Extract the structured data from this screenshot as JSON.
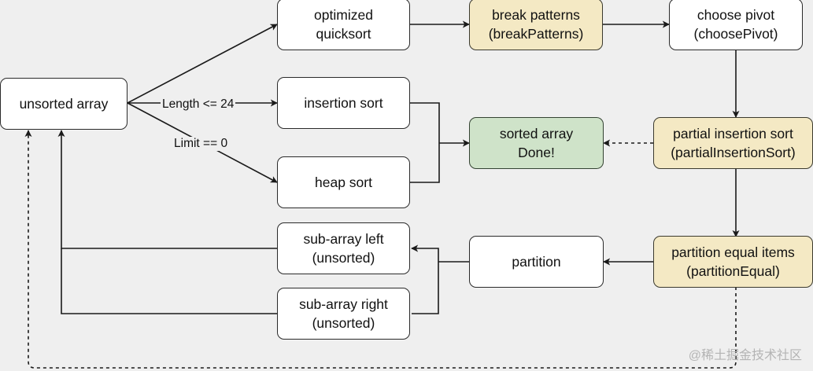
{
  "nodes": {
    "unsorted_array": {
      "lines": [
        "unsorted array"
      ]
    },
    "optimized_quicksort": {
      "lines": [
        "optimized",
        "quicksort"
      ]
    },
    "break_patterns": {
      "lines": [
        "break patterns",
        "(breakPatterns)"
      ]
    },
    "choose_pivot": {
      "lines": [
        "choose pivot",
        "(choosePivot)"
      ]
    },
    "insertion_sort": {
      "lines": [
        "insertion sort"
      ]
    },
    "heap_sort": {
      "lines": [
        "heap sort"
      ]
    },
    "sorted_array": {
      "lines": [
        "sorted array",
        "Done!"
      ]
    },
    "partial_insertion_sort": {
      "lines": [
        "partial insertion sort",
        "(partialInsertionSort)"
      ]
    },
    "sub_array_left": {
      "lines": [
        "sub-array left",
        "(unsorted)"
      ]
    },
    "sub_array_right": {
      "lines": [
        "sub-array right",
        "(unsorted)"
      ]
    },
    "partition": {
      "lines": [
        "partition"
      ]
    },
    "partition_equal": {
      "lines": [
        "partition equal items",
        "(partitionEqual)"
      ]
    }
  },
  "edge_labels": {
    "length_condition": "Length <= 24",
    "limit_condition": "Limit == 0"
  },
  "watermark": "@稀土掘金技术社区",
  "colors": {
    "background": "#efefef",
    "default_node": "#ffffff",
    "highlight_node": "#f4e9c4",
    "done_node": "#cfe3c9",
    "stroke": "#1a1a1a"
  }
}
